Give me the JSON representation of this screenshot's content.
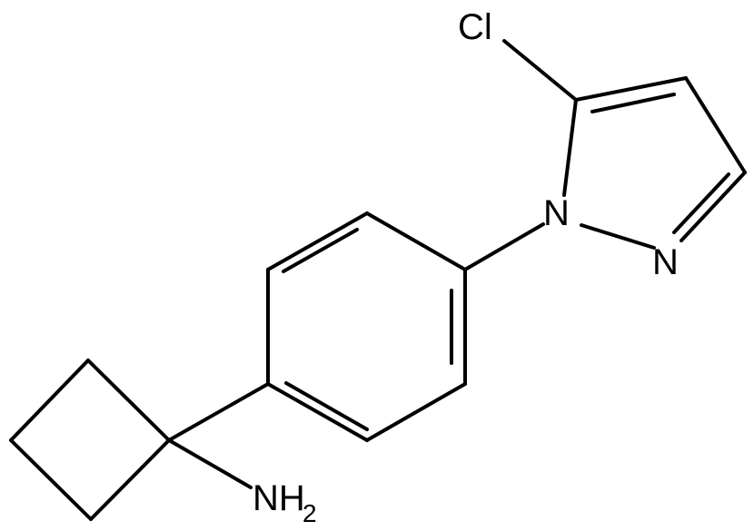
{
  "atoms": {
    "chlorine": "Cl",
    "pyrazole_n1": "N",
    "pyrazole_n2": "N",
    "amine_main": "NH",
    "amine_subscript": "2"
  },
  "colors": {
    "bond": "#000000",
    "label": "#000000",
    "background": "#ffffff"
  }
}
